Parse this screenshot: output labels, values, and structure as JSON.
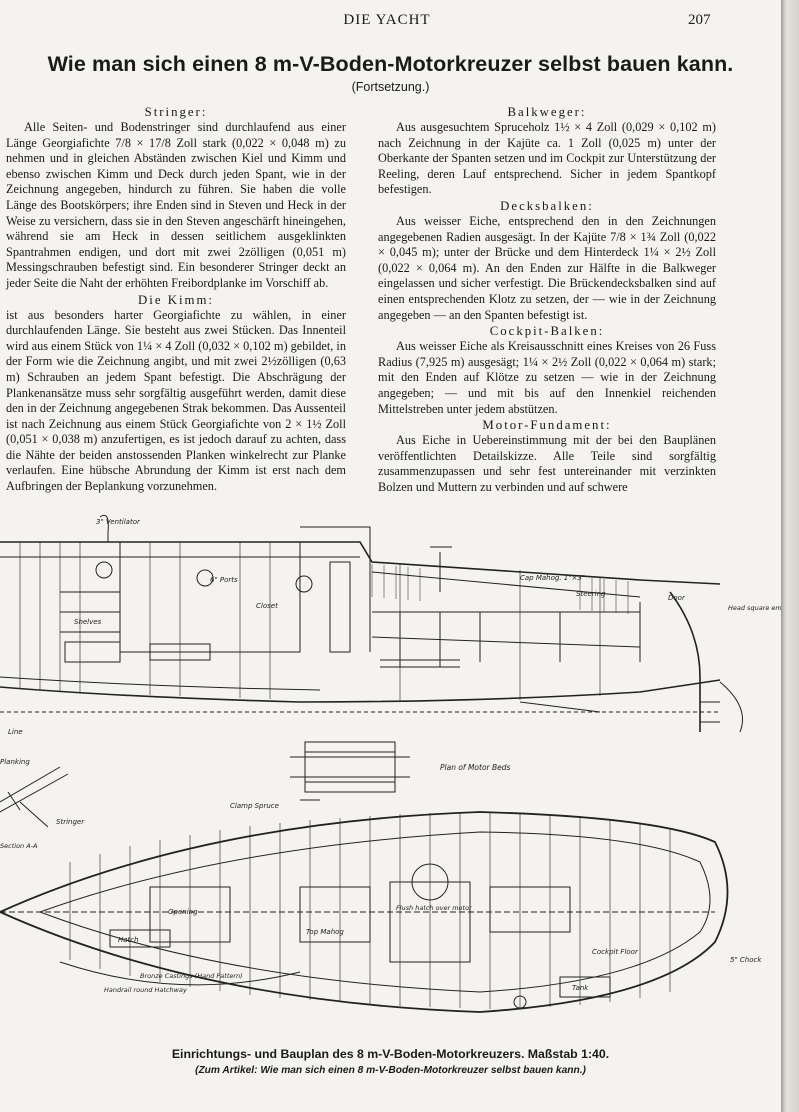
{
  "header": {
    "running_title": "DIE YACHT",
    "page_number": "207"
  },
  "article": {
    "title": "Wie man sich einen 8 m-V-Boden-Motorkreuzer selbst bauen kann.",
    "subtitle": "(Fortsetzung.)"
  },
  "left_column": {
    "stringer_heading": "Stringer:",
    "stringer_text": "Alle Seiten- und Bodenstringer sind durchlaufend aus einer Länge Georgiafichte 7/8 × 17/8 Zoll stark (0,022 × 0,048 m) zu nehmen und in gleichen Abständen zwischen Kiel und Kimm und ebenso zwischen Kimm und Deck durch jeden Spant, wie in der Zeichnung angegeben, hindurch zu führen. Sie haben die volle Länge des Bootskörpers; ihre Enden sind in Steven und Heck in der Weise zu versichern, dass sie in den Steven angeschärft hineingehen, während sie am Heck in dessen seitlichem ausgeklinkten Spantrahmen endigen, und dort mit zwei 2zölligen (0,051 m) Messingschrauben befestigt sind. Ein besonderer Stringer deckt an jeder Seite die Naht der erhöhten Freibordplanke im Vorschiff ab.",
    "kimm_heading": "Die Kimm:",
    "kimm_text": "ist aus besonders harter Georgiafichte zu wählen, in einer durchlaufenden Länge. Sie besteht aus zwei Stücken. Das Innenteil wird aus einem Stück von 1¼ × 4 Zoll (0,032 × 0,102 m) gebildet, in der Form wie die Zeichnung angibt, und mit zwei 2½zölligen (0,63 m) Schrauben an jedem Spant befestigt. Die Abschrägung der Plankenansätze muss sehr sorgfältig ausgeführt werden, damit diese den in der Zeichnung angegebenen Strak bekommen. Das Aussenteil ist nach Zeichnung aus einem Stück Georgiafichte von 2 × 1½ Zoll (0,051 × 0,038 m) anzufertigen, es ist jedoch darauf zu achten, dass die Nähte der beiden anstossenden Planken winkelrecht zur Planke verlaufen. Eine hübsche Abrundung der Kimm ist erst nach dem Aufbringen der Beplankung vorzunehmen."
  },
  "right_column": {
    "balkweger_heading": "Balkweger:",
    "balkweger_text": "Aus ausgesuchtem Spruceholz 1½ × 4 Zoll (0,029 × 0,102 m) nach Zeichnung in der Kajüte ca. 1 Zoll (0,025 m) unter der Oberkante der Spanten setzen und im Cockpit zur Unterstützung der Reeling, deren Lauf entsprechend. Sicher in jedem Spantkopf befestigen.",
    "decksbalken_heading": "Decksbalken:",
    "decksbalken_text": "Aus weisser Eiche, entsprechend den in den Zeichnungen angegebenen Radien ausgesägt. In der Kajüte 7/8 × 1¾ Zoll (0,022 × 0,045 m); unter der Brücke und dem Hinterdeck 1¼ × 2½ Zoll (0,022 × 0,064 m). An den Enden zur Hälfte in die Balkweger eingelassen und sicher verfestigt. Die Brückendecksbalken sind auf einen entsprechenden Klotz zu setzen, der — wie in der Zeichnung angegeben — an den Spanten befestigt ist.",
    "cockpit_heading": "Cockpit-Balken:",
    "cockpit_text": "Aus weisser Eiche als Kreisausschnitt eines Kreises von 26 Fuss Radius (7,925 m) ausgesägt; 1¼ × 2½ Zoll (0,022 × 0,064 m) stark; mit den Enden auf Klötze zu setzen — wie in der Zeichnung angegeben; — und mit bis auf den Innenkiel reichenden Mittelstreben unter jedem abstützen.",
    "motor_heading": "Motor-Fundament:",
    "motor_text": "Aus Eiche in Uebereinstimmung mit der bei den Bauplänen veröffentlichten Detailskizze. Alle Teile sind sorgfältig zusammenzupassen und sehr fest untereinander mit verzinkten Bolzen und Muttern zu verbinden und auf schwere"
  },
  "drawing_labels": {
    "ventilator": "3\" Ventilator",
    "ports": "6\" Ports",
    "closet": "Closet",
    "shelves": "Shelves",
    "steering": "Steering",
    "cap_mahog": "Cap Mahog. 1\"×3\"",
    "door": "Door",
    "head_square": "Head square emergency",
    "plan_of_motor_beds": "Plan of Motor Beds",
    "section_aa": "Section A-A",
    "opening": "Opening",
    "hatch": "Hatch",
    "top_mahog": "Top Mahog",
    "flush_hatch": "Flush hatch over motor",
    "tank": "Tank",
    "handrail": "Handrail round Hatchway",
    "chock": "5\" Chock",
    "bronze_castings": "Bronze Castings (Hand Pattern)",
    "clamp": "Clamp Spruce",
    "cockpit_floor": "Cockpit Floor",
    "line": "Line",
    "planking": "Planking",
    "stringer": "Stringer"
  },
  "caption": {
    "main": "Einrichtungs- und Bauplan des 8 m-V-Boden-Motorkreuzers.  Maßstab 1:40.",
    "sub": "(Zum Artikel: Wie man sich einen 8 m-V-Boden-Motorkreuzer selbst bauen kann.)"
  }
}
